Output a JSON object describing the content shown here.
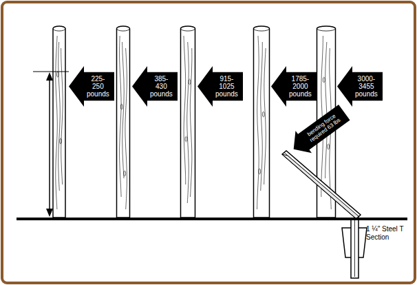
{
  "diagram": {
    "nodes": [
      {
        "text": [
          "225-250 pounds"
        ]
      },
      {
        "text": [
          "385-430 pounds"
        ]
      },
      {
        "text": [
          "915-1025 pounds"
        ]
      },
      {
        "text": [
          "1785-2000 pounds"
        ]
      },
      {
        "text": [
          "3000-3455 pounds"
        ]
      },
      {
        "text": [
          "bending force required 63 lbs"
        ]
      }
    ],
    "labels": [
      "1 ¼\" Steel T Section"
    ]
  }
}
